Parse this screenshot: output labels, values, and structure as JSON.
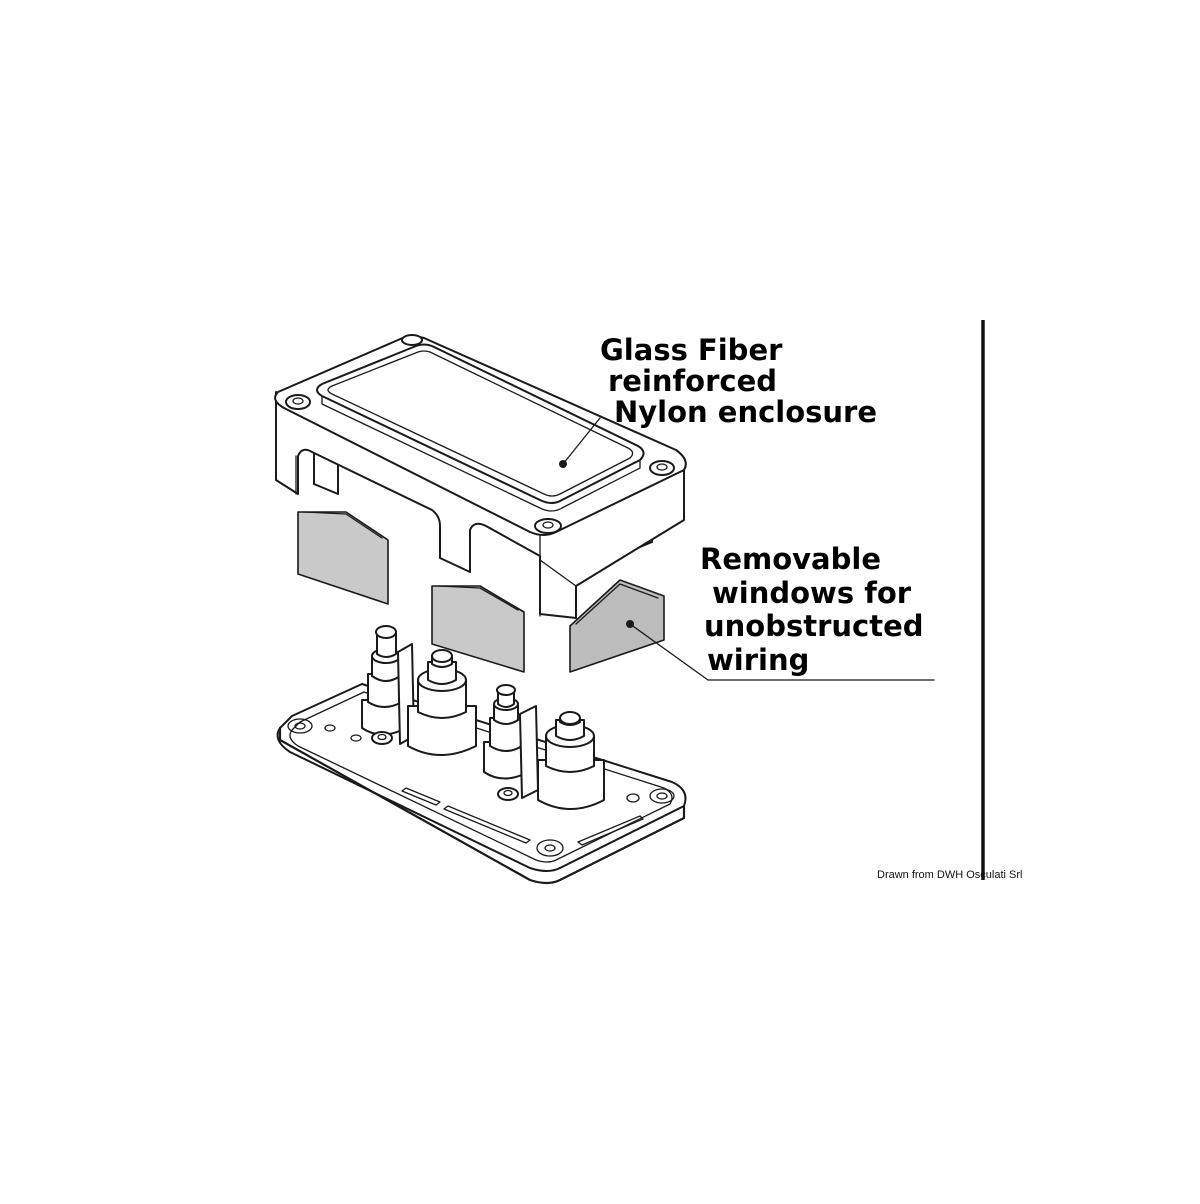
{
  "labels": {
    "enclosure": [
      "Glass Fiber",
      "reinforced",
      "Nylon enclosure"
    ],
    "windows": [
      "Removable",
      "windows for",
      "unobstructed",
      "wiring"
    ]
  },
  "credit": "Drawn from DWH Osculati Srl",
  "colors": {
    "line": "#1a1a1a",
    "window_fill": "#c9c9c9",
    "background": "#ffffff"
  }
}
